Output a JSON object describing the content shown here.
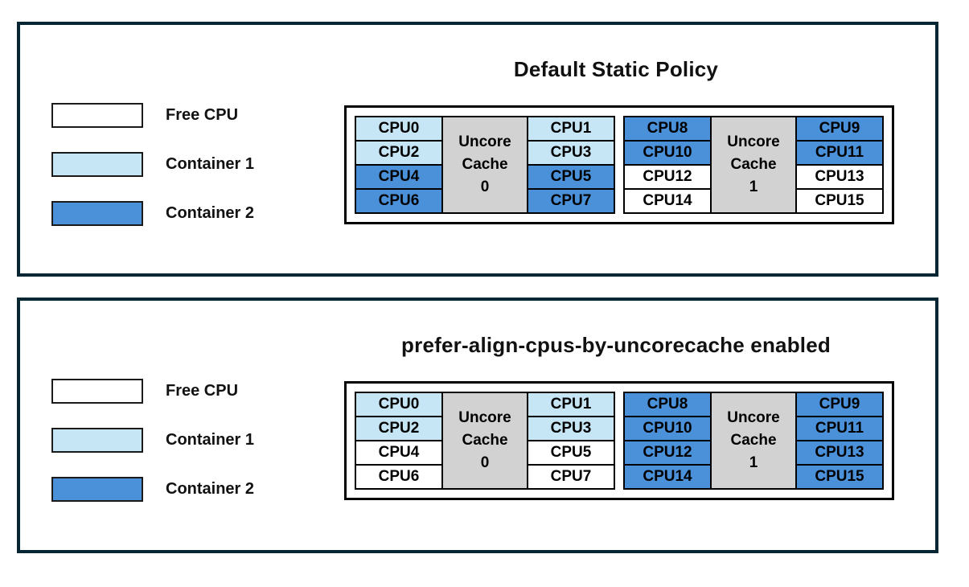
{
  "colors": {
    "free": "#ffffff",
    "container1": "#c6e5f5",
    "container2": "#4a91da",
    "uncore_bg": "#d2d2d2",
    "panel_border": "#072634",
    "cell_border": "#000000",
    "text": "#000000"
  },
  "legend": {
    "items": [
      {
        "label": "Free CPU",
        "type": "free"
      },
      {
        "label": "Container 1",
        "type": "container1"
      },
      {
        "label": "Container 2",
        "type": "container2"
      }
    ]
  },
  "panels": [
    {
      "title": "Default Static Policy",
      "caches": [
        {
          "id": "0",
          "label_lines": [
            "Uncore",
            "Cache",
            "0"
          ],
          "left_cpus": [
            {
              "label": "CPU0",
              "type": "container1"
            },
            {
              "label": "CPU2",
              "type": "container1"
            },
            {
              "label": "CPU4",
              "type": "container2"
            },
            {
              "label": "CPU6",
              "type": "container2"
            }
          ],
          "right_cpus": [
            {
              "label": "CPU1",
              "type": "container1"
            },
            {
              "label": "CPU3",
              "type": "container1"
            },
            {
              "label": "CPU5",
              "type": "container2"
            },
            {
              "label": "CPU7",
              "type": "container2"
            }
          ]
        },
        {
          "id": "1",
          "label_lines": [
            "Uncore",
            "Cache",
            "1"
          ],
          "left_cpus": [
            {
              "label": "CPU8",
              "type": "container2"
            },
            {
              "label": "CPU10",
              "type": "container2"
            },
            {
              "label": "CPU12",
              "type": "free"
            },
            {
              "label": "CPU14",
              "type": "free"
            }
          ],
          "right_cpus": [
            {
              "label": "CPU9",
              "type": "container2"
            },
            {
              "label": "CPU11",
              "type": "container2"
            },
            {
              "label": "CPU13",
              "type": "free"
            },
            {
              "label": "CPU15",
              "type": "free"
            }
          ]
        }
      ]
    },
    {
      "title": "prefer-align-cpus-by-uncorecache enabled",
      "caches": [
        {
          "id": "0",
          "label_lines": [
            "Uncore",
            "Cache",
            "0"
          ],
          "left_cpus": [
            {
              "label": "CPU0",
              "type": "container1"
            },
            {
              "label": "CPU2",
              "type": "container1"
            },
            {
              "label": "CPU4",
              "type": "free"
            },
            {
              "label": "CPU6",
              "type": "free"
            }
          ],
          "right_cpus": [
            {
              "label": "CPU1",
              "type": "container1"
            },
            {
              "label": "CPU3",
              "type": "container1"
            },
            {
              "label": "CPU5",
              "type": "free"
            },
            {
              "label": "CPU7",
              "type": "free"
            }
          ]
        },
        {
          "id": "1",
          "label_lines": [
            "Uncore",
            "Cache",
            "1"
          ],
          "left_cpus": [
            {
              "label": "CPU8",
              "type": "container2"
            },
            {
              "label": "CPU10",
              "type": "container2"
            },
            {
              "label": "CPU12",
              "type": "container2"
            },
            {
              "label": "CPU14",
              "type": "container2"
            }
          ],
          "right_cpus": [
            {
              "label": "CPU9",
              "type": "container2"
            },
            {
              "label": "CPU11",
              "type": "container2"
            },
            {
              "label": "CPU13",
              "type": "container2"
            },
            {
              "label": "CPU15",
              "type": "container2"
            }
          ]
        }
      ]
    }
  ]
}
